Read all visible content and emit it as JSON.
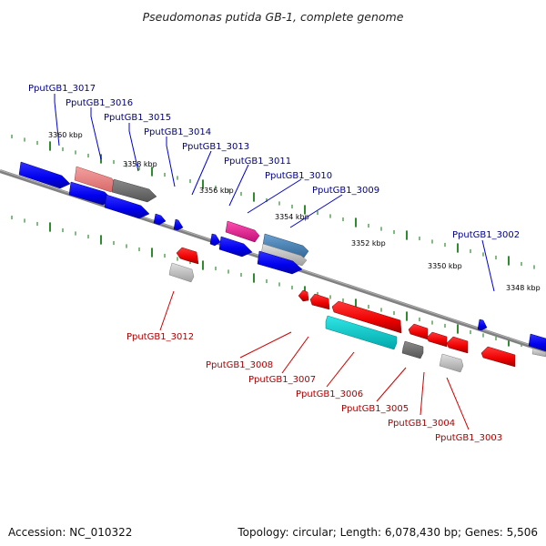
{
  "title": "Pseudomonas putida GB-1, complete genome",
  "footer": {
    "accession": "Accession: NC_010322",
    "topology": "Topology: circular; Length: 6,078,430 bp; Genes: 5,506"
  },
  "colors": {
    "forward_label": "#00008b",
    "reverse_label": "#b00000",
    "backbone": "#808080",
    "tick": "#2e8b2e",
    "blue": "#0000ee",
    "red": "#ee0000",
    "pink": "#f08080",
    "gray": "#707070",
    "light_gray": "#c0c0c0",
    "magenta": "#ee1493",
    "steel_blue": "#4682b4",
    "cyan": "#00ced1"
  },
  "scale_labels": [
    "3360 kbp",
    "3358 kbp",
    "3356 kbp",
    "3354 kbp",
    "3352 kbp",
    "3350 kbp",
    "3348 kbp"
  ],
  "forward_labels": [
    "PputGB1_3017",
    "PputGB1_3016",
    "PputGB1_3015",
    "PputGB1_3014",
    "PputGB1_3013",
    "PputGB1_3011",
    "PputGB1_3010",
    "PputGB1_3009",
    "PputGB1_3002"
  ],
  "reverse_labels": [
    "PputGB1_3012",
    "PputGB1_3008",
    "PputGB1_3007",
    "PputGB1_3006",
    "PputGB1_3005",
    "PputGB1_3004",
    "PputGB1_3003"
  ],
  "features": [
    {
      "strand": "forward",
      "color": "blue"
    },
    {
      "strand": "forward",
      "color": "pink"
    },
    {
      "strand": "forward",
      "color": "gray"
    },
    {
      "strand": "forward",
      "color": "blue"
    },
    {
      "strand": "forward",
      "color": "blue"
    },
    {
      "strand": "forward",
      "color": "blue"
    },
    {
      "strand": "forward",
      "color": "blue"
    },
    {
      "strand": "forward",
      "color": "magenta"
    },
    {
      "strand": "forward",
      "color": "blue"
    },
    {
      "strand": "forward",
      "color": "blue"
    },
    {
      "strand": "forward",
      "color": "steel_blue"
    },
    {
      "strand": "forward",
      "color": "light_gray"
    },
    {
      "strand": "forward",
      "color": "blue"
    },
    {
      "strand": "forward",
      "color": "blue"
    },
    {
      "strand": "forward",
      "color": "blue"
    },
    {
      "strand": "forward",
      "color": "light_gray"
    },
    {
      "strand": "reverse",
      "color": "red"
    },
    {
      "strand": "reverse",
      "color": "light_gray"
    },
    {
      "strand": "reverse",
      "color": "red"
    },
    {
      "strand": "reverse",
      "color": "red"
    },
    {
      "strand": "reverse",
      "color": "red"
    },
    {
      "strand": "reverse",
      "color": "cyan"
    },
    {
      "strand": "reverse",
      "color": "gray"
    },
    {
      "strand": "reverse",
      "color": "red"
    },
    {
      "strand": "reverse",
      "color": "red"
    },
    {
      "strand": "reverse",
      "color": "red"
    },
    {
      "strand": "reverse",
      "color": "light_gray"
    },
    {
      "strand": "reverse",
      "color": "red"
    }
  ]
}
